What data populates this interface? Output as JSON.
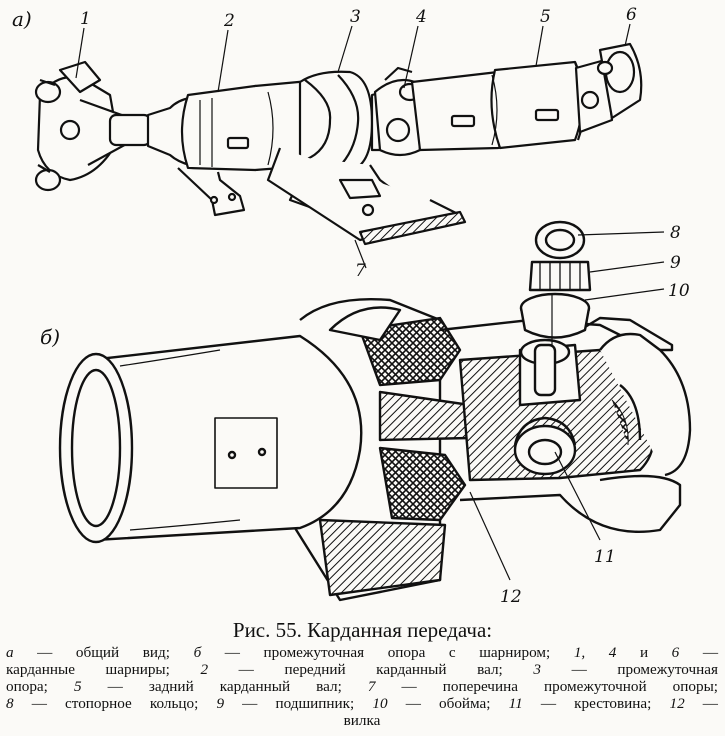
{
  "section_a": "а)",
  "section_b": "б)",
  "labels": [
    "1",
    "2",
    "3",
    "4",
    "5",
    "6",
    "7",
    "8",
    "9",
    "10",
    "11",
    "12"
  ],
  "caption": {
    "title": "Рис. 55. Карданная передача:",
    "lines": [
      [
        [
          "i",
          "а"
        ],
        [
          "",
          " — общий вид; "
        ],
        [
          "i",
          "б"
        ],
        [
          "",
          " — промежуточная опора с шарниром; "
        ],
        [
          "i",
          "1, 4"
        ],
        [
          "",
          " и "
        ],
        [
          "i",
          "6"
        ],
        [
          "",
          " —"
        ]
      ],
      [
        [
          "",
          " карданные шарниры; "
        ],
        [
          "i",
          "2"
        ],
        [
          "",
          " — передний карданный вал; "
        ],
        [
          "i",
          "3"
        ],
        [
          "",
          " — промежуточная"
        ]
      ],
      [
        [
          "",
          " опора; "
        ],
        [
          "i",
          "5"
        ],
        [
          "",
          " — задний карданный вал; "
        ],
        [
          "i",
          "7"
        ],
        [
          "",
          " — поперечина промежуточной опоры;"
        ]
      ],
      [
        [
          "i",
          "8"
        ],
        [
          "",
          " — стопорное кольцо; "
        ],
        [
          "i",
          "9"
        ],
        [
          "",
          " — подшипник; "
        ],
        [
          "i",
          "10"
        ],
        [
          "",
          " — обойма; "
        ],
        [
          "i",
          "11"
        ],
        [
          "",
          " — крестовина; "
        ],
        [
          "i",
          "12"
        ],
        [
          "",
          " —"
        ]
      ],
      [
        [
          "",
          " вилка"
        ]
      ]
    ]
  },
  "colors": {
    "ink": "#111111",
    "paper": "#fbfaf7",
    "shade": "#2a2a2a"
  }
}
